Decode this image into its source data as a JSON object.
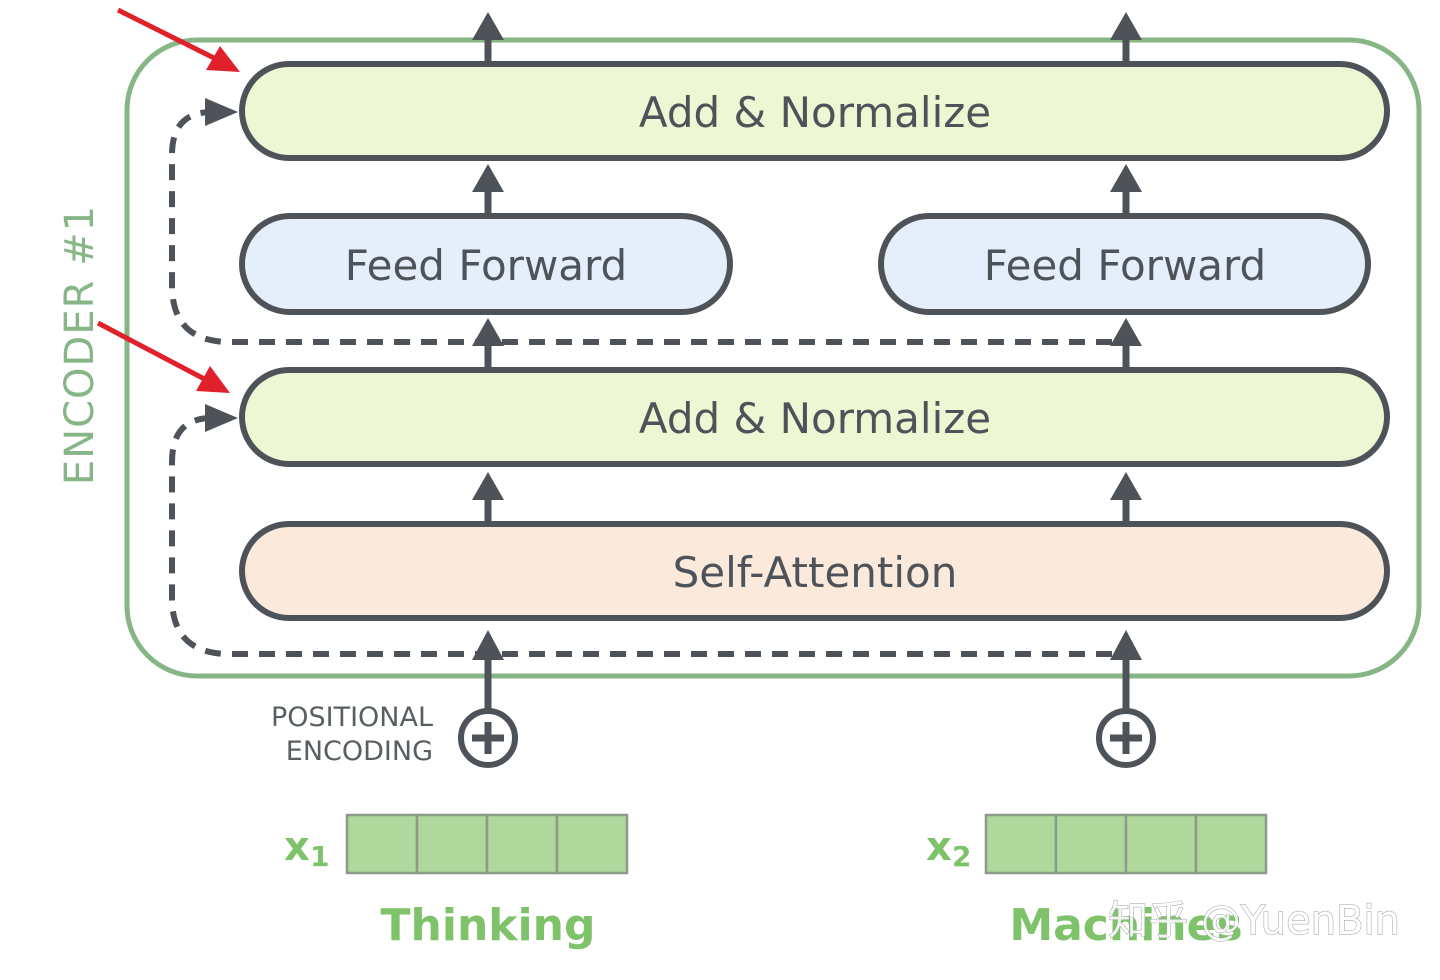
{
  "diagram": {
    "encoder_label": "ENCODER #1",
    "add_normalize_top": "Add & Normalize",
    "feed_forward_left": "Feed Forward",
    "feed_forward_right": "Feed Forward",
    "add_normalize_bottom": "Add & Normalize",
    "self_attention": "Self-Attention",
    "positional_line1": "POSITIONAL",
    "positional_line2": "ENCODING",
    "input1_label": "x",
    "input1_sub": "1",
    "input2_label": "x",
    "input2_sub": "2",
    "word1": "Thinking",
    "word2": "Machines",
    "watermark": "知乎 @YuenBin"
  },
  "colors": {
    "encoder_border": "#86b586",
    "add_normalize_fill": "#edf7d3",
    "feed_forward_fill": "#e4effb",
    "self_attention_fill": "#fbeadb",
    "box_stroke": "#4d5358",
    "vector_fill": "#afd99c",
    "highlight_arrow": "#e0202a"
  }
}
